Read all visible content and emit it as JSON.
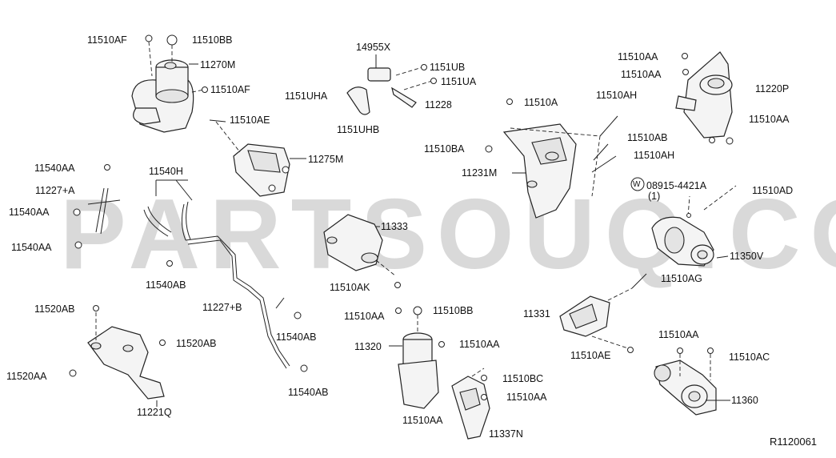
{
  "diagram": {
    "watermark": "PARTSOUQ.COM",
    "reference": "R1120061",
    "part_labels": [
      "11510AF",
      "11510BB",
      "11270M",
      "11510AF",
      "14955X",
      "1151UB",
      "1151UA",
      "1151UHA",
      "11228",
      "1151UHB",
      "11510AA",
      "11510AA",
      "11220P",
      "11510AA",
      "11510AE",
      "11275M",
      "11510A",
      "11510AH",
      "11510AB",
      "11510BA",
      "11510AH",
      "11231M",
      "11540AA",
      "11540H",
      "11227+A",
      "11540AA",
      "11540AA",
      "11540AB",
      "11333",
      "11510AK",
      "08915-4421A",
      "(1)",
      "11510AD",
      "11350V",
      "11227+B",
      "11510AG",
      "11331",
      "11510AE",
      "11520AB",
      "11520AB",
      "11520AA",
      "11221Q",
      "11540AB",
      "11540AB",
      "11510AA",
      "11510BB",
      "11320",
      "11510AA",
      "11510BC",
      "11510AA",
      "11510AA",
      "11337N",
      "11510AA",
      "11510AC",
      "11360"
    ],
    "washer_symbol": "W"
  }
}
